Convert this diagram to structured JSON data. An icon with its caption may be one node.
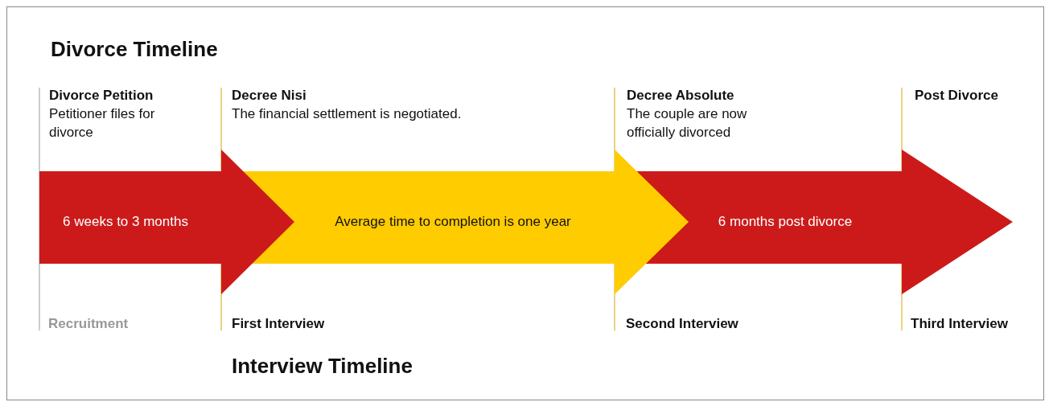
{
  "diagram": {
    "title": "Divorce Timeline",
    "nodes": [
      {
        "text": [
          "6 weeks to 3 months"
        ]
      },
      {
        "text": [
          "Average time to completion is one year"
        ]
      },
      {
        "text": [
          "6 months post divorce"
        ]
      }
    ],
    "labels": [
      "Divorce Petition",
      "Petitioner files for divorce",
      "Decree Nisi",
      "The financial settlement is negotiated.",
      "Decree Absolute",
      "The couple are now officially divorced",
      "Post Divorce",
      "Recruitment",
      "First Interview",
      "Second Interview",
      "Third Interview",
      "Interview Timeline"
    ]
  }
}
